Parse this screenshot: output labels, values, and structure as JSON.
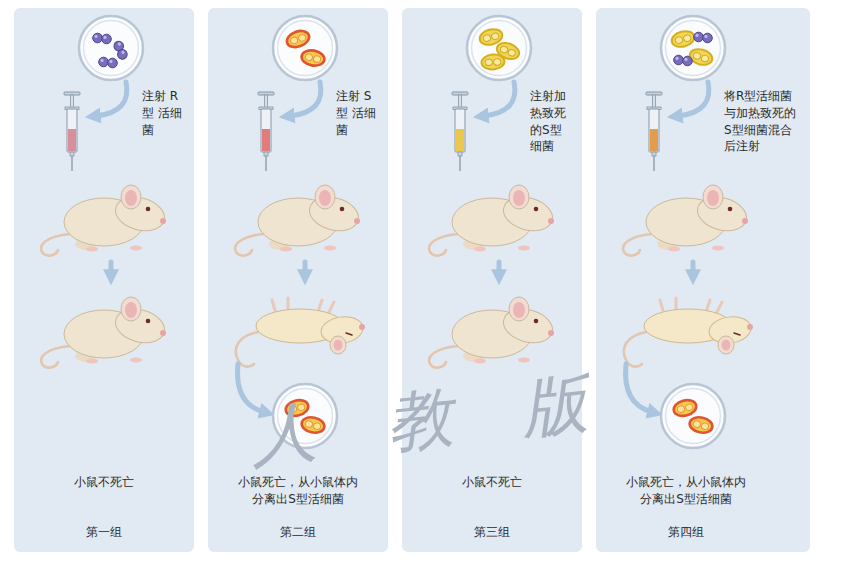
{
  "diagram": {
    "nodes": [
      {
        "text": [
          "注射 R型 活细菌",
          "小鼠不死亡",
          "第一组"
        ]
      },
      {
        "text": [
          "注射 S型 活细菌",
          "小鼠死亡，从小鼠体内分离出S型活细菌",
          "第二组"
        ]
      },
      {
        "text": [
          "注射加热致死的S型细菌",
          "小鼠不死亡",
          "第三组"
        ]
      },
      {
        "text": [
          "将R型活细菌 与加热致死的 S型细菌混合 后注射",
          "小鼠死亡，从小鼠体内分离出S型活细菌",
          "第四组"
        ]
      }
    ],
    "labels": [
      "人教版"
    ]
  }
}
